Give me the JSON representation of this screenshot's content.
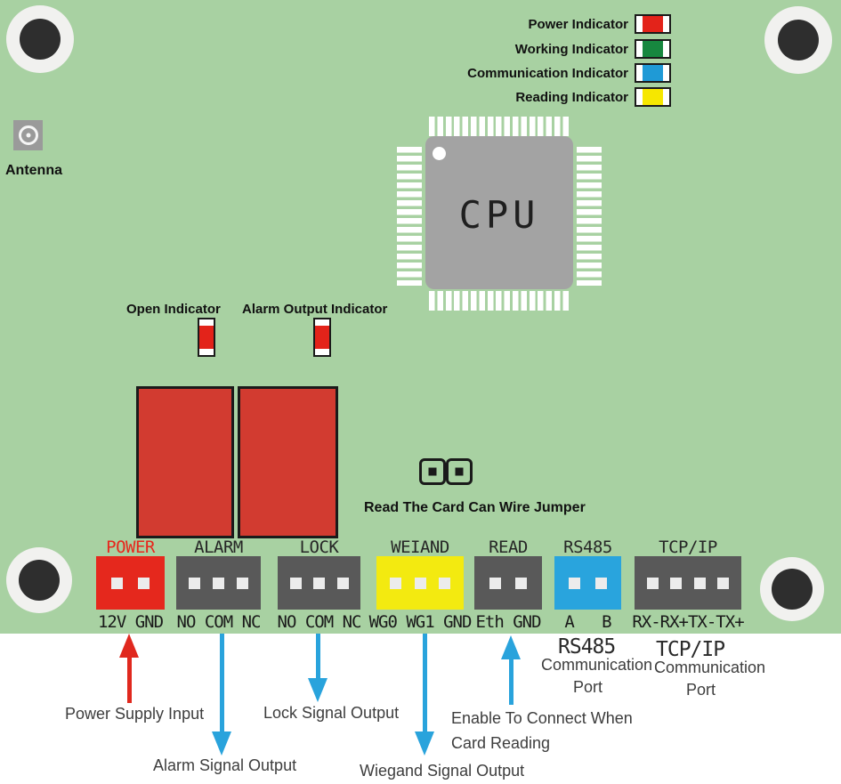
{
  "board": {
    "background_color": "#a8d1a2",
    "antenna_label": "Antenna",
    "cpu_label": "CPU"
  },
  "legend": {
    "items": [
      {
        "label": "Power Indicator",
        "color": "#e3231a"
      },
      {
        "label": "Working Indicator",
        "color": "#17873f"
      },
      {
        "label": "Communication Indicator",
        "color": "#1f9ad6"
      },
      {
        "label": "Reading Indicator",
        "color": "#f6e700"
      }
    ]
  },
  "indicators": [
    {
      "label": "Open Indicator",
      "color": "#e3231a"
    },
    {
      "label": "Alarm Output Indicator",
      "color": "#e3231a"
    }
  ],
  "jumper": {
    "label": "Read The Card Can Wire Jumper"
  },
  "terminals": [
    {
      "id": "power",
      "label": "POWER",
      "pins": 2,
      "pin_label": "12V GND",
      "block_color": "#e5281d",
      "label_color": "#e8261c"
    },
    {
      "id": "alarm",
      "label": "ALARM",
      "pins": 3,
      "pin_label": "NO COM NC",
      "block_color": "#595959"
    },
    {
      "id": "lock",
      "label": "LOCK",
      "pins": 3,
      "pin_label": "NO COM NC",
      "block_color": "#595959"
    },
    {
      "id": "wiegand",
      "label": "WEIAND",
      "pins": 3,
      "pin_label": "WG0 WG1 GND",
      "block_color": "#f3ea10"
    },
    {
      "id": "read",
      "label": "READ",
      "pins": 2,
      "pin_label": "Eth GND",
      "block_color": "#595959"
    },
    {
      "id": "rs485",
      "label": "RS485",
      "pins": 2,
      "pin_label": "A   B",
      "block_color": "#29a4dd"
    },
    {
      "id": "tcpip",
      "label": "TCP/IP",
      "pins": 4,
      "pin_label": "RX-RX+TX-TX+",
      "block_color": "#595959"
    }
  ],
  "annotations": {
    "arrow_red_color": "#e0281e",
    "arrow_blue_color": "#29a3dc",
    "power": "Power Supply Input",
    "alarm": "Alarm Signal Output",
    "lock": "Lock Signal Output",
    "wiegand": "Wiegand Signal Output",
    "read_line1": "Enable To Connect When",
    "read_line2": "Card Reading",
    "rs485": {
      "title": "RS485",
      "line1": "Communication",
      "line2": "Port"
    },
    "tcpip": {
      "title": "TCP/IP",
      "line1": "Communication",
      "line2": "Port"
    }
  }
}
